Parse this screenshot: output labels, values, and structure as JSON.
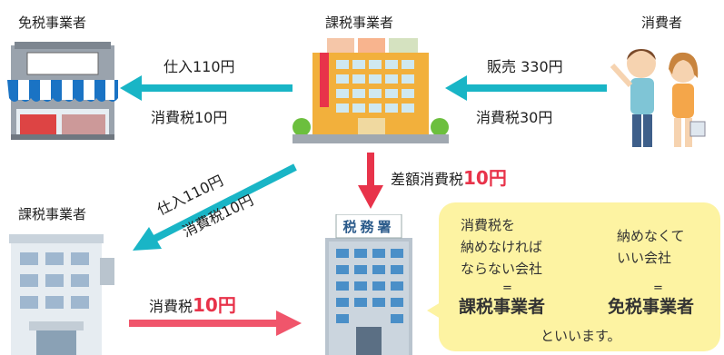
{
  "labels": {
    "exempt_top": "免税事業者",
    "taxable_center": "課税事業者",
    "consumer": "消費者",
    "taxable_left": "課税事業者"
  },
  "flows": {
    "purchase_top": "仕入110円",
    "tax_top": "消費税10円",
    "sales": "販売 330円",
    "tax_sales": "消費税30円",
    "diff_prefix": "差額消費税",
    "diff_amount": "10円",
    "diag_purchase": "仕入110円",
    "diag_tax": "消費税10円",
    "bottom_prefix": "消費税",
    "bottom_amount": "10円"
  },
  "tax_office": {
    "sign": "税務署"
  },
  "bubble": {
    "left_line1": "消費税を",
    "left_line2": "納めなければ",
    "left_line3": "ならない会社",
    "equals": "=",
    "left_term": "課税事業者",
    "right_line1": "納めなくて",
    "right_line2": "いい会社",
    "right_term": "免税事業者",
    "footer": "といいます。"
  },
  "colors": {
    "red": "#e8334a",
    "cyan": "#19b5c6",
    "bubble": "#fdf3a2"
  }
}
